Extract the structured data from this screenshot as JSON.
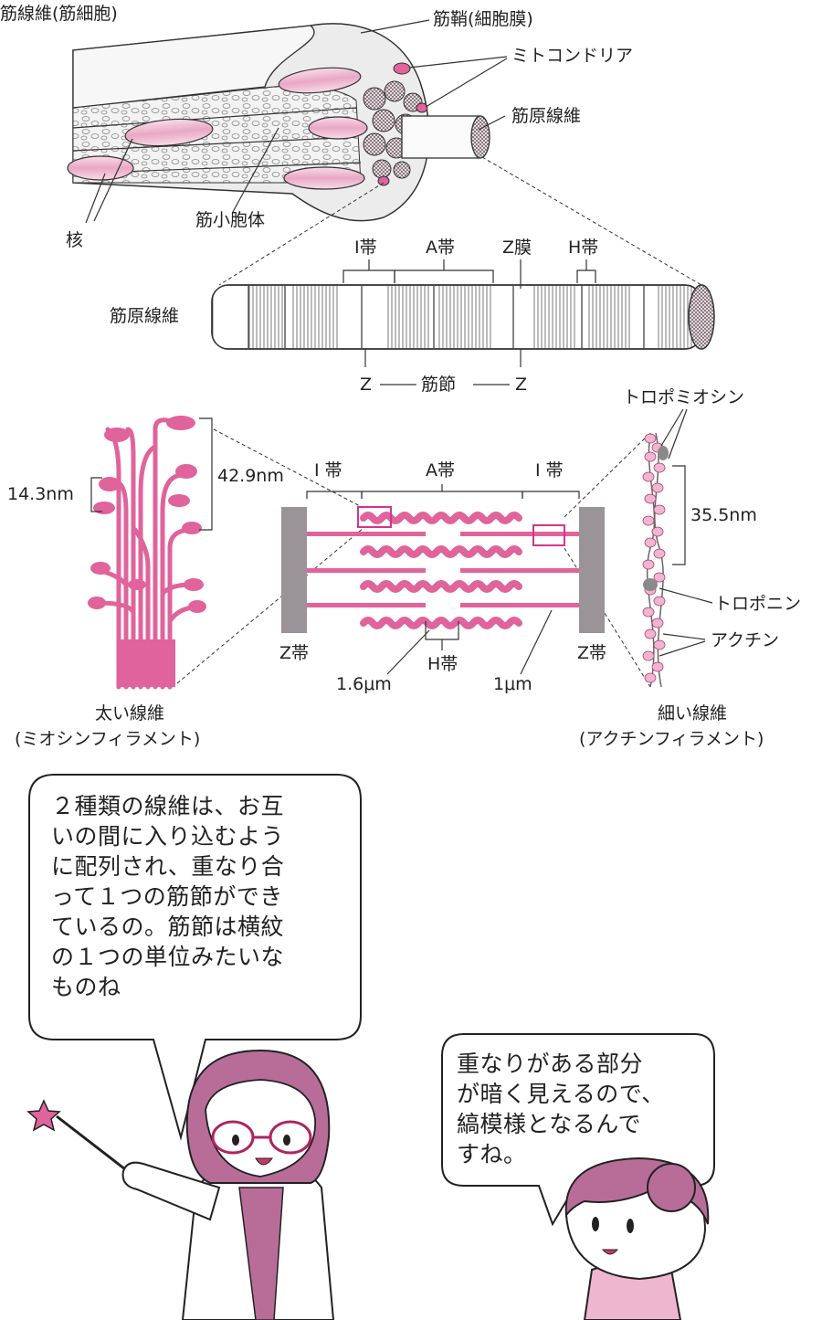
{
  "top": {
    "muscle_fiber": "筋線維(筋細胞)",
    "sarcolemma": "筋鞘(細胞膜)",
    "mitochondria": "ミトコンドリア",
    "myofibril": "筋原線維",
    "nucleus": "核",
    "sarcoplasmic_reticulum": "筋小胞体"
  },
  "myofibril_band": {
    "label": "筋原線維",
    "i_band": "I帯",
    "a_band": "A帯",
    "z_membrane": "Z膜",
    "h_band": "H帯",
    "z_left": "Z",
    "z_right": "Z",
    "sarcomere": "筋節"
  },
  "thick_filament": {
    "dim1": "14.3nm",
    "dim2": "42.9nm",
    "name": "太い線維",
    "sub": "(ミオシンフィラメント)"
  },
  "sarcomere_diagram": {
    "i_band_left": "I 帯",
    "a_band": "A帯",
    "i_band_right": "I 帯",
    "z_band_left": "Z帯",
    "z_band_right": "Z帯",
    "h_band": "H帯",
    "len_thick": "1.6μm",
    "len_thin": "1μm"
  },
  "thin_filament": {
    "tropomyosin": "トロポミオシン",
    "dim": "35.5nm",
    "troponin": "トロポニン",
    "actin": "アクチン",
    "name": "細い線維",
    "sub": "(アクチンフィラメント)"
  },
  "speech": {
    "teacher": "２種類の線維は、お互\nいの間に入り込むよう\nに配列され、重なり合\nって１つの筋節ができ\nているの。筋節は横紋\nの１つの単位みたいな\nものね",
    "student": "重なりがある部分\nが暗く見えるので、\n縞模様となるんで\nすね。"
  },
  "colors": {
    "pink": "#e0639b",
    "pink_light": "#efb6cf",
    "gray": "#9a9397",
    "magenta": "#d6338a"
  }
}
